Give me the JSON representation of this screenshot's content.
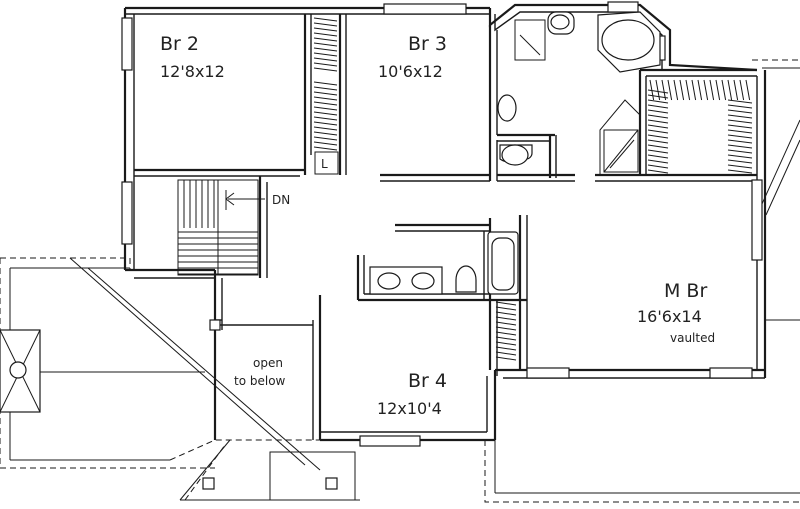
{
  "plan": {
    "rooms": [
      {
        "id": "br2",
        "name": "Br 2",
        "size": "12'8x12"
      },
      {
        "id": "br3",
        "name": "Br 3",
        "size": "10'6x12"
      },
      {
        "id": "mbr",
        "name": "M Br",
        "size": "16'6x14",
        "note": "vaulted"
      },
      {
        "id": "br4",
        "name": "Br 4",
        "size": "12x10'4"
      }
    ],
    "stair_label": "DN",
    "open_label_1": "open",
    "open_label_2": "to below",
    "linen_label": "L"
  }
}
